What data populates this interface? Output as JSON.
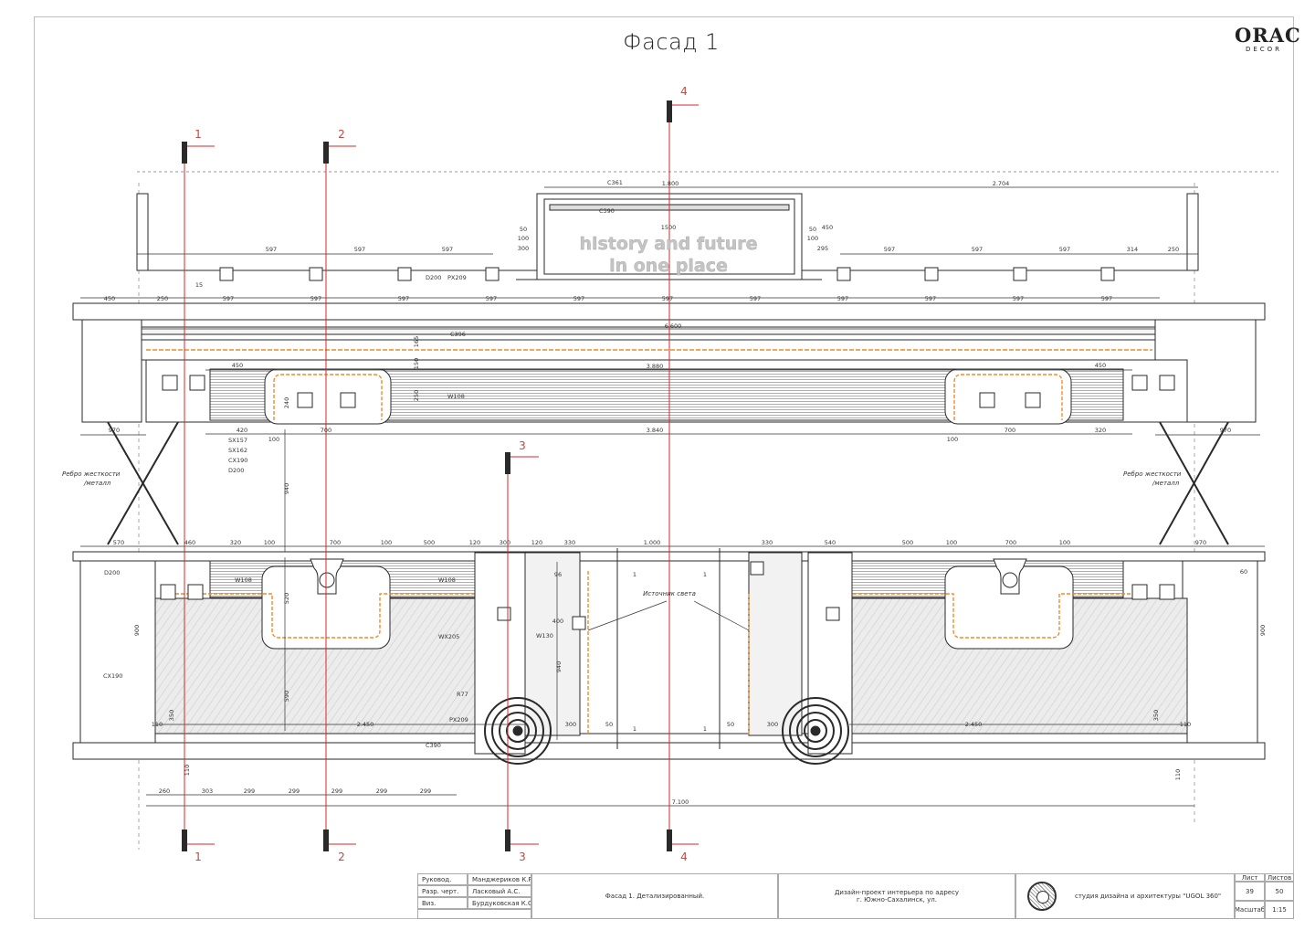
{
  "sheet": {
    "title": "Фасад 1"
  },
  "logo": {
    "brand": "ORAC",
    "sub": "DECOR"
  },
  "overlay": {
    "line1": "history and future",
    "line2": "in one place"
  },
  "section_marks": [
    "1",
    "2",
    "3",
    "4"
  ],
  "notes": {
    "rib_left": "Ребро жесткости",
    "rib_left2": "/металл",
    "rib_right": "Ребро жесткости",
    "rib_right2": "/металл",
    "light_source": "Источник света"
  },
  "product_codes": {
    "c361": "C361",
    "c390_top": "C390",
    "d200_top": "D200",
    "px209_top": "PX209",
    "c396": "C396",
    "w108_mid": "W108",
    "sx157": "SX157",
    "sx162": "SX162",
    "cx190_a": "CX190",
    "d200_a": "D200",
    "d200_b": "D200",
    "w108_l": "W108",
    "w108_r": "W108",
    "wx205": "WX205",
    "w130": "W130",
    "cx190_b": "CX190",
    "r77": "R77",
    "px209_b": "PX209",
    "c390_b": "C390"
  },
  "dims": {
    "d1800": "1.800",
    "d2704": "2.704",
    "d1500": "1500",
    "d450a": "450",
    "d50a": "50",
    "d100a": "100",
    "d300a": "300",
    "d50b": "50",
    "d100b": "100",
    "d295": "295",
    "d314": "314",
    "d250a": "250",
    "d450b": "450",
    "d250b": "250",
    "d15": "15",
    "d6600": "6.600",
    "d3880": "3.880",
    "d3840": "3.840",
    "d450c": "450",
    "d450d": "450",
    "d420": "420",
    "d700a": "700",
    "d100c": "100",
    "d100d": "100",
    "d700b": "700",
    "d320a": "320",
    "d970a": "970",
    "d970b": "970",
    "d940a": "940",
    "d150": "150",
    "d250c": "250",
    "d165": "165",
    "d240": "240",
    "d570": "570",
    "d460": "460",
    "d320b": "320",
    "d100e": "100",
    "d700c": "700",
    "d100f": "100",
    "d500a": "500",
    "d120a": "120",
    "d300b": "300",
    "d120b": "120",
    "d330a": "330",
    "d1000": "1.000",
    "d330b": "330",
    "d540": "540",
    "d500b": "500",
    "d100g": "100",
    "d700d": "700",
    "d100h": "100",
    "d970c": "970",
    "d60": "60",
    "d900a": "900",
    "d900b": "900",
    "d520": "520",
    "d590": "590",
    "d400": "400",
    "d940b": "940",
    "d96": "96",
    "d350a": "350",
    "d350b": "350",
    "d110a": "110",
    "d110b": "110",
    "d2450a": "2.450",
    "d2450b": "2.450",
    "d300c": "300",
    "d300d": "300",
    "d50c": "50",
    "d50d": "50",
    "d110c": "110",
    "d110d": "110",
    "d260": "260",
    "d303": "303",
    "d299a": "299",
    "d299b": "299",
    "d299c": "299",
    "d299d": "299",
    "d299e": "299",
    "d7100": "7.100",
    "d597": "597",
    "d1a": "1",
    "d1b": "1",
    "d1c": "1",
    "d1d": "1"
  },
  "title_block": {
    "row1_label": "Руковод.",
    "row1_name": "Манджериков К.Р.",
    "row2_label": "Разр. черт.",
    "row2_name": "Ласковый А.С.",
    "row3_label": "Виз.",
    "row3_name": "Бурдуковская К.С.",
    "drawing_name": "Фасад 1. Детализированный.",
    "project_line1": "Дизайн-проект интерьера по адресу",
    "project_line2": "г. Южно-Сахалинск, ул.",
    "studio": "студия дизайна и архитектуры \"UGOL 360\"",
    "sheet_label": "Лист",
    "sheets_label": "Листов",
    "sheet_no": "39",
    "sheets_total": "50",
    "scale_label": "Масштаб",
    "scale_value": "1:15"
  },
  "colors": {
    "line": "#2a2a2a",
    "section": "#d42a2a",
    "light": "#f08a2a",
    "fill": "#e6e6e6"
  }
}
